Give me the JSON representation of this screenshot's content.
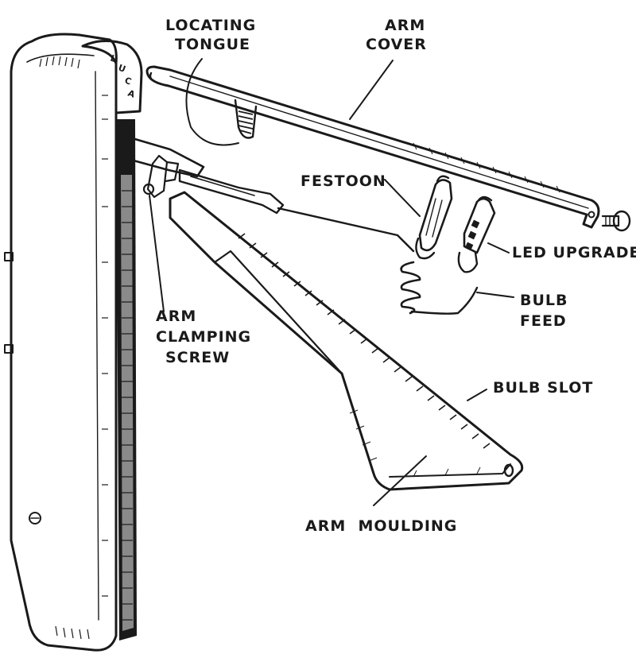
{
  "labels": {
    "locating_tongue_l1": "LOCATING",
    "locating_tongue_l2": "TONGUE",
    "arm_cover_l1": "ARM",
    "arm_cover_l2": "COVER",
    "festoon": "FESTOON",
    "led_upgrade": "LED UPGRADE",
    "bulb_feed_l1": "BULB",
    "bulb_feed_l2": "FEED",
    "arm_clamping_screw_l1": "ARM",
    "arm_clamping_screw_l2": "CLAMPING",
    "arm_clamping_screw_l3": "SCREW",
    "bulb_slot": "BULB SLOT",
    "arm_moulding": "ARM  MOULDING"
  }
}
